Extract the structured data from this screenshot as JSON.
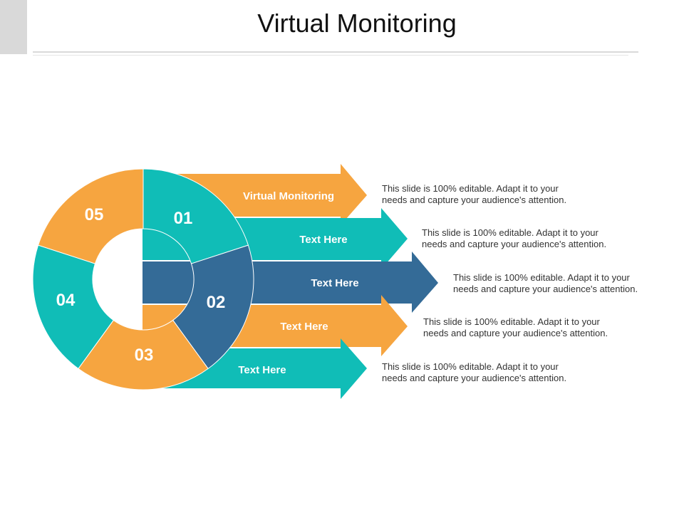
{
  "title": "Virtual Monitoring",
  "colors": {
    "orange": "#F6A540",
    "teal": "#10BDB7",
    "blue": "#346B97",
    "text": "#333333"
  },
  "segments": [
    {
      "number": "01",
      "color": "#10BDB7"
    },
    {
      "number": "02",
      "color": "#346B97"
    },
    {
      "number": "03",
      "color": "#F6A540"
    },
    {
      "number": "04",
      "color": "#10BDB7"
    },
    {
      "number": "05",
      "color": "#F6A540"
    }
  ],
  "arrows": [
    {
      "label": "Virtual Monitoring",
      "color": "#F6A540"
    },
    {
      "label": "Text Here",
      "color": "#10BDB7"
    },
    {
      "label": "Text Here",
      "color": "#346B97"
    },
    {
      "label": "Text Here",
      "color": "#F6A540"
    },
    {
      "label": "Text Here",
      "color": "#10BDB7"
    }
  ],
  "descriptions": [
    {
      "line1": "This slide is 100% editable. Adapt it to your",
      "line2": "needs and capture your audience's attention."
    },
    {
      "line1": "This slide is 100% editable. Adapt it to your",
      "line2": "needs and capture your audience's attention."
    },
    {
      "line1": "This slide is 100% editable. Adapt it to your",
      "line2": "needs and capture your audience's attention."
    },
    {
      "line1": "This slide is 100% editable. Adapt it to your",
      "line2": "needs and capture your audience's attention."
    },
    {
      "line1": "This slide is 100% editable. Adapt it to your",
      "line2": "needs and capture your audience's attention."
    }
  ]
}
